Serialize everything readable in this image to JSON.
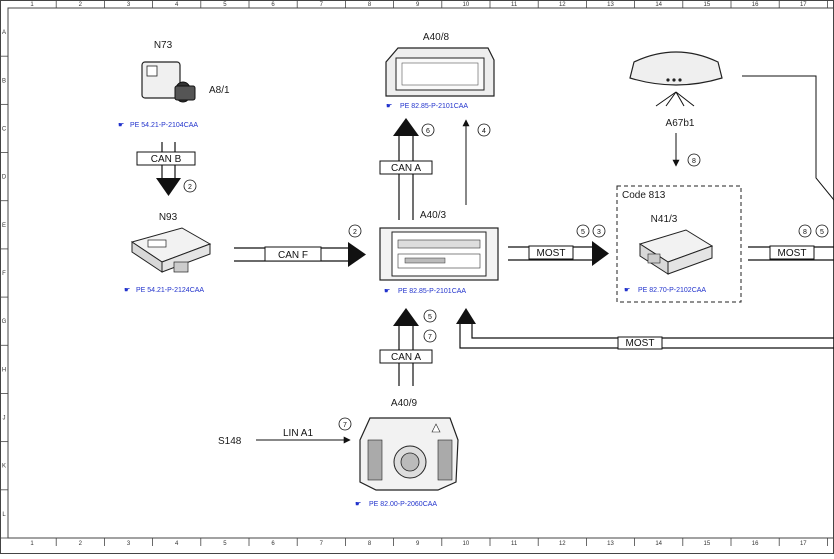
{
  "grid": {
    "columns": [
      "1",
      "2",
      "3",
      "4",
      "5",
      "6",
      "7",
      "8",
      "9",
      "10",
      "11",
      "12",
      "13",
      "14",
      "15",
      "16",
      "17"
    ],
    "rows": [
      "A",
      "B",
      "C",
      "D",
      "E",
      "F",
      "G",
      "H",
      "J",
      "K",
      "L"
    ]
  },
  "components": {
    "n73": {
      "label": "N73",
      "sublabel": "A8/1",
      "ref": "PE 54.21-P-2104CAA"
    },
    "n93": {
      "label": "N93",
      "ref": "PE 54.21-P-2124CAA"
    },
    "a40_8": {
      "label": "A40/8",
      "ref": "PE 82.85-P-2101CAA"
    },
    "a40_3": {
      "label": "A40/3",
      "ref": "PE 82.85-P-2101CAA"
    },
    "a40_9": {
      "label": "A40/9",
      "ref": "PE 82.00-P-2060CAA"
    },
    "a67b1": {
      "label": "A67b1"
    },
    "n41_3": {
      "label": "N41/3",
      "code": "Code 813",
      "ref": "PE 82.70-P-2102CAA"
    },
    "s148": {
      "label": "S148"
    }
  },
  "buses": {
    "can_b": "CAN B",
    "can_a_top": "CAN A",
    "can_f": "CAN F",
    "most_right": "MOST",
    "most_far": "MOST",
    "most_bottom": "MOST",
    "can_a_bottom": "CAN A",
    "lin_a1": "LIN A1"
  },
  "markers": {
    "m_canb": "2",
    "m_a408_up": "6",
    "m_a408_thin": "4",
    "m_canf": "2",
    "m_most_5": "5",
    "m_most_3": "3",
    "m_a67_8": "8",
    "m_far_8": "8",
    "m_far_5": "5",
    "m_cana_5": "5",
    "m_cana_7": "7",
    "m_lin_7": "7"
  }
}
